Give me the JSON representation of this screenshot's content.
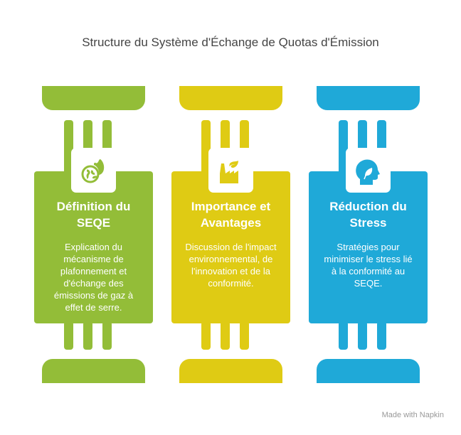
{
  "title": "Structure du Système d'Échange de Quotas d'Émission",
  "columns": [
    {
      "heading": "Définition du SEQE",
      "description": "Explication du mécanisme de plafonnement et d'échange des émissions de gaz à effet de serre.",
      "color": "#93bd38",
      "icon": "earth-fire-icon"
    },
    {
      "heading": "Importance et Avantages",
      "description": "Discussion de l'impact environnemental, de l'innovation et de la conformité.",
      "color": "#dfcb14",
      "icon": "factory-leaf-icon"
    },
    {
      "heading": "Réduction du Stress",
      "description": "Stratégies pour minimiser le stress lié à la conformité au SEQE.",
      "color": "#1fa9d8",
      "icon": "head-leaf-icon"
    }
  ],
  "credit": "Made with Napkin"
}
